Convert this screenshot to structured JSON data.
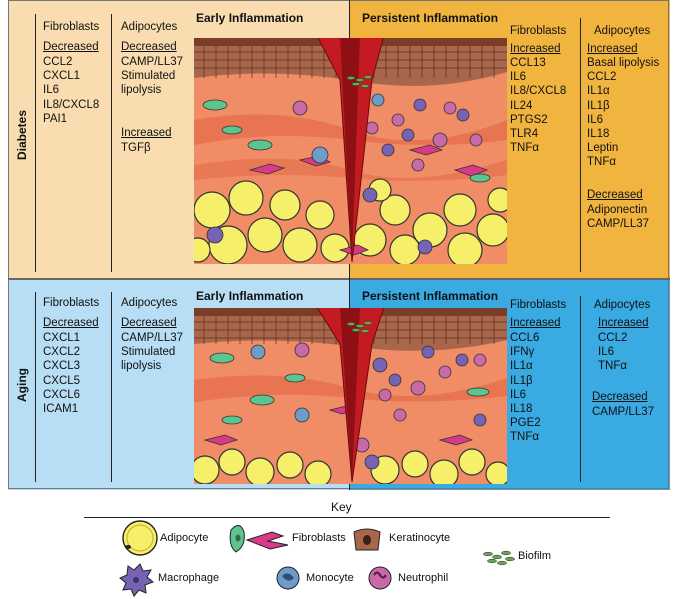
{
  "rows": {
    "diabetes_label": "Diabetes",
    "aging_label": "Aging"
  },
  "headers": {
    "early": "Early Inflammation",
    "persistent": "Persistent Inflammation"
  },
  "diabetes": {
    "early": {
      "fibroblasts": {
        "title": "Fibroblasts",
        "decreased_label": "Decreased",
        "decreased": [
          "CCL2",
          "CXCL1",
          "IL6",
          "IL8/CXCL8",
          "PAI1"
        ]
      },
      "adipocytes": {
        "title": "Adipocytes",
        "decreased_label": "Decreased",
        "decreased": [
          "CAMP/LL37",
          "Stimulated",
          "lipolysis"
        ],
        "increased_label": "Increased",
        "increased": [
          "TGFβ"
        ]
      }
    },
    "persistent": {
      "fibroblasts": {
        "title": "Fibroblasts",
        "increased_label": "Increased",
        "increased": [
          "CCL13",
          "IL6",
          "IL8/CXCL8",
          "IL24",
          "PTGS2",
          "TLR4",
          "TNFα"
        ]
      },
      "adipocytes": {
        "title": "Adipocytes",
        "increased_label": "Increased",
        "increased": [
          "Basal lipolysis",
          "CCL2",
          "IL1α",
          "IL1β",
          "IL6",
          "IL18",
          "Leptin",
          "TNFα"
        ],
        "decreased_label": "Decreased",
        "decreased": [
          "Adiponectin",
          "CAMP/LL37"
        ]
      }
    }
  },
  "aging": {
    "early": {
      "fibroblasts": {
        "title": "Fibroblasts",
        "decreased_label": "Decreased",
        "decreased": [
          "CXCL1",
          "CXCL2",
          "CXCL3",
          "CXCL5",
          "CXCL6",
          "ICAM1"
        ]
      },
      "adipocytes": {
        "title": "Adipocytes",
        "decreased_label": "Decreased",
        "decreased": [
          "CAMP/LL37",
          "Stimulated",
          "lipolysis"
        ]
      }
    },
    "persistent": {
      "fibroblasts": {
        "title": "Fibroblasts",
        "increased_label": "Increased",
        "increased": [
          "CCL6",
          "IFNγ",
          "IL1α",
          "IL1β",
          "IL6",
          "IL18",
          "PGE2",
          "TNFα"
        ]
      },
      "adipocytes": {
        "title": "Adipocytes",
        "increased_label": "Increased",
        "increased": [
          "CCL2",
          "IL6",
          "TNFα"
        ],
        "decreased_label": "Decreased",
        "decreased": [
          "CAMP/LL37"
        ]
      }
    }
  },
  "key": {
    "title": "Key",
    "adipocyte": "Adipocyte",
    "fibroblasts": "Fibroblasts",
    "keratinocyte": "Keratinocyte",
    "biofilm": "Biofilm",
    "macrophage": "Macrophage",
    "monocyte": "Monocyte",
    "neutrophil": "Neutrophil"
  },
  "colors": {
    "diabetes_early_bg": "#f9ddb0",
    "diabetes_persistent_bg": "#f1b53f",
    "aging_early_bg": "#b7def4",
    "aging_persistent_bg": "#3aaae2",
    "dermis": "#f08c66",
    "epidermis": "#a8664a",
    "adipocyte": "#f6ef6a",
    "wound": "#c41b22",
    "fibroblast": "#d83a88",
    "fibroblast_alt": "#5ec48f",
    "macrophage": "#7663b3",
    "monocyte": "#6e9cc8",
    "neutrophil": "#c86aa8"
  }
}
